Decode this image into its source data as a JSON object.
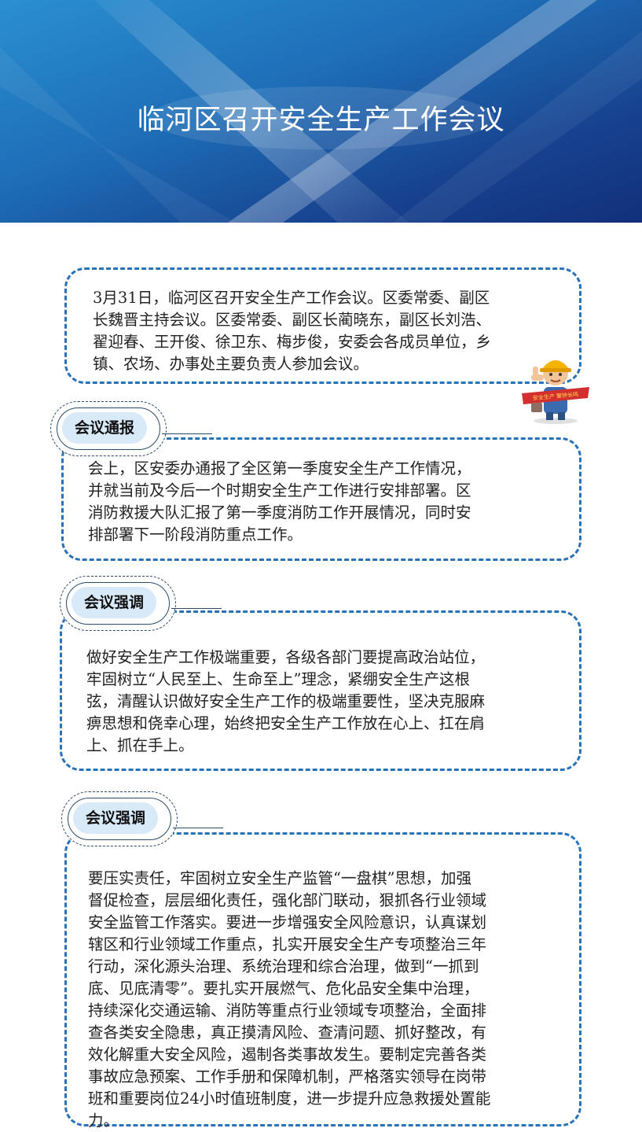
{
  "header": {
    "title": "临河区召开安全生产工作会议"
  },
  "intro": {
    "text": "3月31日，临河区召开安全生产工作会议。区委常委、副区\n长魏晋主持会议。区委常委、副区长蔺晓东，副区长刘浩、\n翟迎春、王开俊、徐卫东、梅步俊，安委会各成员单位，乡\n镇、农场、办事处主要负责人参加会议。"
  },
  "mascot": {
    "icon": "safety-worker-mascot-icon",
    "ribbon_text": "安全生产 警钟长鸣"
  },
  "sections": [
    {
      "tag": "会议通报",
      "text": "会上，区安委办通报了全区第一季度安全生产工作情况，\n并就当前及今后一个时期安全生产工作进行安排部署。区\n消防救援大队汇报了第一季度消防工作开展情况，同时安\n排部署下一阶段消防重点工作。"
    },
    {
      "tag": "会议强调",
      "text": "做好安全生产工作极端重要，各级各部门要提高政治站位，\n牢固树立“人民至上、生命至上”理念，紧绷安全生产这根\n弦，清醒认识做好安全生产工作的极端重要性，坚决克服麻\n痹思想和侥幸心理，始终把安全生产工作放在心上、扛在肩\n上、抓在手上。"
    },
    {
      "tag": "会议强调",
      "text": "要压实责任，牢固树立安全生产监管“一盘棋”思想，加强\n督促检查，层层细化责任，强化部门联动，狠抓各行业领域\n安全监管工作落实。要进一步增强安全风险意识，认真谋划\n辖区和行业领域工作重点，扎实开展安全生产专项整治三年\n行动，深化源头治理、系统治理和综合治理，做到“一抓到\n底、见底清零”。要扎实开展燃气、危化品安全集中治理，\n持续深化交通运输、消防等重点行业领域专项整治，全面排\n查各类安全隐患，真正摸清风险、查清问题、抓好整改，有\n效化解重大安全风险，遏制各类事故发生。要制定完善各类\n事故应急预案、工作手册和保障机制，严格落实领导在岗带\n班和重要岗位24小时值班制度，进一步提升应急救援处置能\n力。"
    }
  ]
}
